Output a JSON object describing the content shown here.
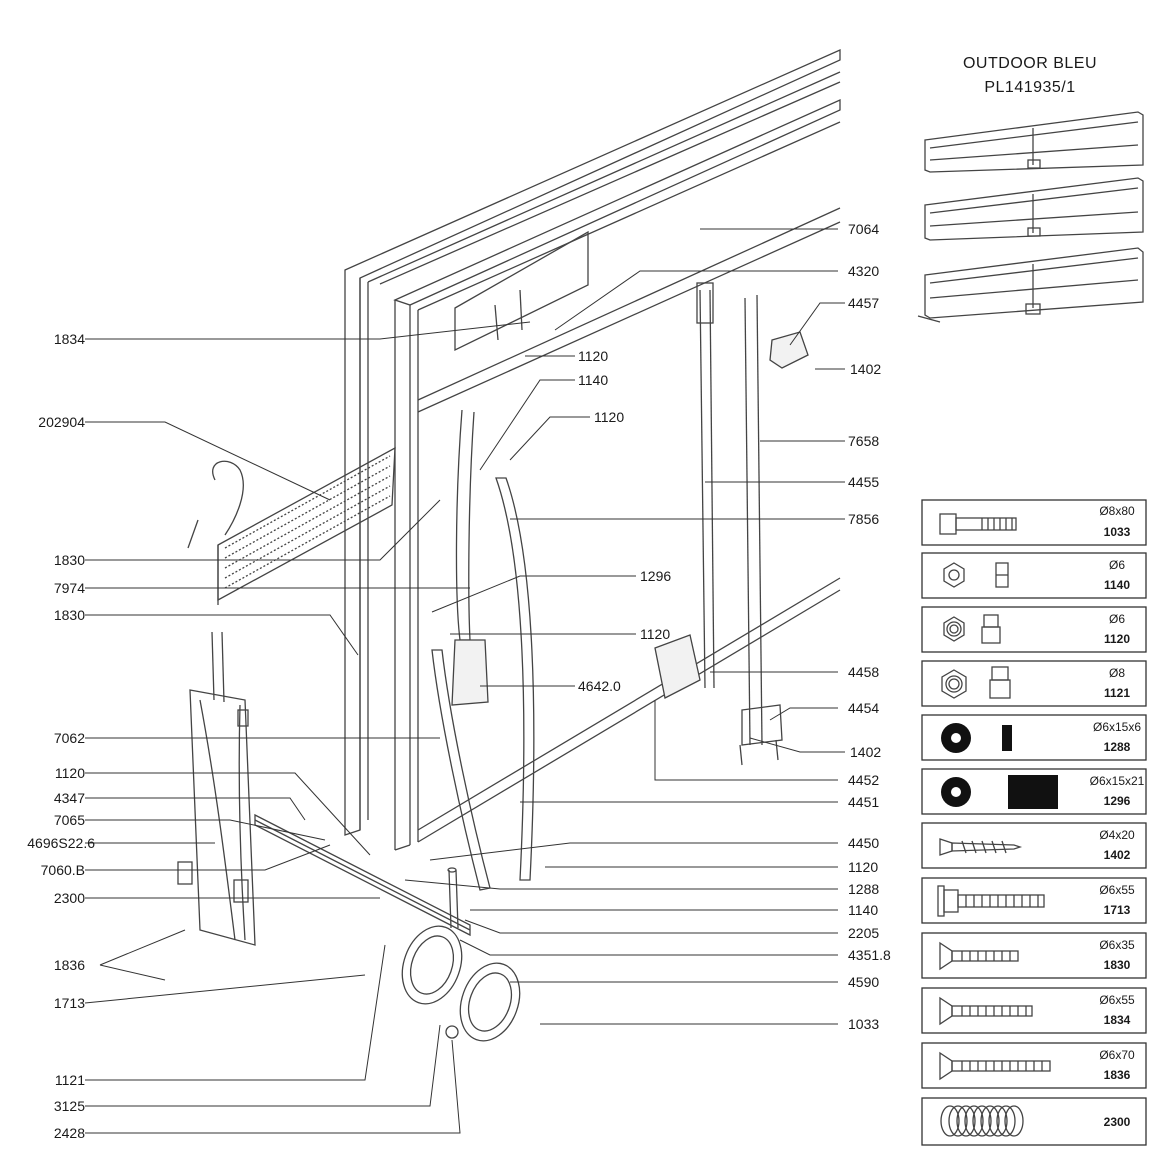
{
  "header": {
    "line1": "OUTDOOR  BLEU",
    "line2": "PL141935/1"
  },
  "labels_left": [
    "1834",
    "202904",
    "1830",
    "7974",
    "1830",
    "7062",
    "1120",
    "4347",
    "7065",
    "4696S22.6",
    "7060.B",
    "2300",
    "1836",
    "1713",
    "1121",
    "3125",
    "2428"
  ],
  "labels_mid": [
    "1120",
    "1140",
    "1120",
    "1296",
    "1120",
    "4642.0"
  ],
  "labels_right": [
    "7064",
    "4320",
    "4457",
    "1402",
    "7658",
    "4455",
    "7856",
    "4458",
    "4454",
    "1402",
    "4452",
    "4451",
    "4450",
    "1120",
    "1288",
    "1140",
    "2205",
    "4351.8",
    "4590",
    "1033"
  ],
  "hardware": [
    {
      "dim": "Ø8x80",
      "code": "1033",
      "icon": "hex-bolt-icon"
    },
    {
      "dim": "Ø6",
      "code": "1140",
      "icon": "hex-nut-icon"
    },
    {
      "dim": "Ø6",
      "code": "1120",
      "icon": "lock-nut-icon"
    },
    {
      "dim": "Ø8",
      "code": "1121",
      "icon": "lock-nut-icon"
    },
    {
      "dim": "Ø6x15x6",
      "code": "1288",
      "icon": "washer-icon"
    },
    {
      "dim": "Ø6x15x21",
      "code": "1296",
      "icon": "spacer-icon"
    },
    {
      "dim": "Ø4x20",
      "code": "1402",
      "icon": "wood-screw-icon"
    },
    {
      "dim": "Ø6x55",
      "code": "1713",
      "icon": "flange-bolt-icon"
    },
    {
      "dim": "Ø6x35",
      "code": "1830",
      "icon": "countersunk-screw-icon"
    },
    {
      "dim": "Ø6x55",
      "code": "1834",
      "icon": "countersunk-screw-icon"
    },
    {
      "dim": "Ø6x70",
      "code": "1836",
      "icon": "countersunk-screw-icon"
    },
    {
      "dim": "",
      "code": "2300",
      "icon": "split-rings-icon"
    }
  ]
}
